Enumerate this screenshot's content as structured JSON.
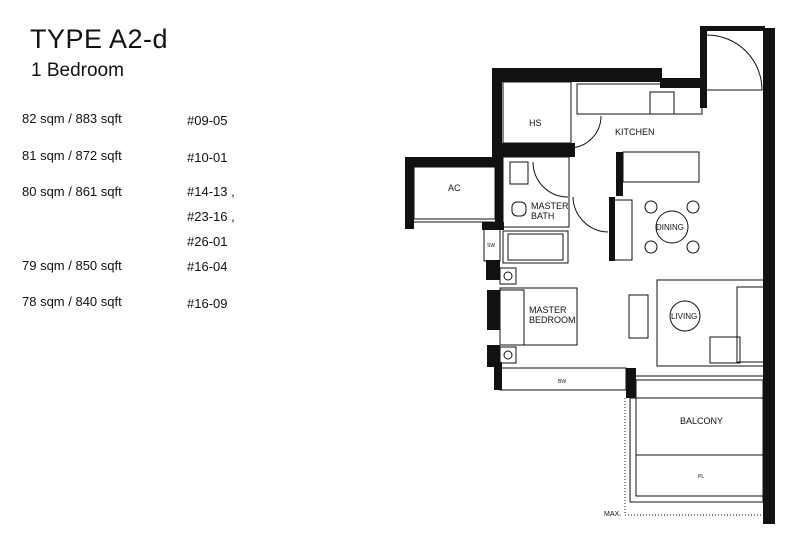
{
  "header": {
    "title": "TYPE A2-d",
    "subtitle": "1 Bedroom"
  },
  "units": [
    {
      "area": "82 sqm / 883 sqft",
      "unit_numbers": [
        "#09-05"
      ]
    },
    {
      "area": "81 sqm / 872 sqft",
      "unit_numbers": [
        "#10-01"
      ]
    },
    {
      "area": "80 sqm / 861 sqft",
      "unit_numbers": [
        "#14-13 ,",
        "#23-16 ,",
        "#26-01"
      ]
    },
    {
      "area": "79 sqm / 850 sqft",
      "unit_numbers": [
        "#16-04"
      ]
    },
    {
      "area": "78 sqm / 840 sqft",
      "unit_numbers": [
        "#16-09"
      ]
    }
  ],
  "floorplan": {
    "rooms": {
      "hs": "HS",
      "kitchen": "KITCHEN",
      "ac": "AC",
      "master_bath_1": "MASTER",
      "master_bath_2": "BATH",
      "sw": "SW",
      "dining": "DINING",
      "master_bedroom_1": "MASTER",
      "master_bedroom_2": "BEDROOM",
      "living": "LIVING",
      "bw": "BW",
      "balcony": "BALCONY",
      "pl": "PL",
      "max": "MAX."
    }
  }
}
